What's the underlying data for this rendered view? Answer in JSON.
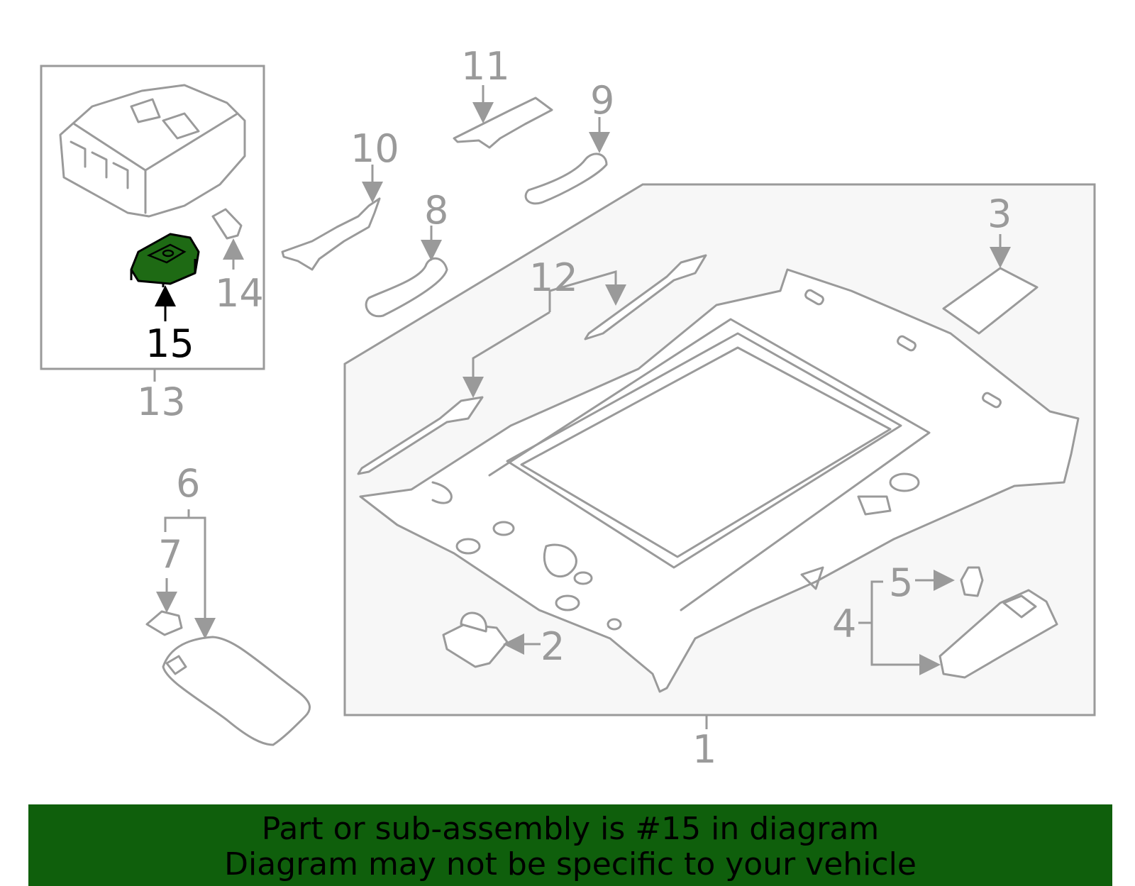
{
  "callouts": {
    "c1": "1",
    "c2": "2",
    "c3": "3",
    "c4": "4",
    "c5": "5",
    "c6": "6",
    "c7": "7",
    "c8": "8",
    "c9": "9",
    "c10": "10",
    "c11": "11",
    "c12": "12",
    "c13": "13",
    "c14": "14",
    "c15": "15"
  },
  "highlight": {
    "part": "15",
    "color": "#1e6a14"
  },
  "banner": {
    "line1": "Part or sub-assembly is #15 in diagram",
    "line2": "Diagram may not be specific to your vehicle",
    "background": "#0f5f0c"
  }
}
